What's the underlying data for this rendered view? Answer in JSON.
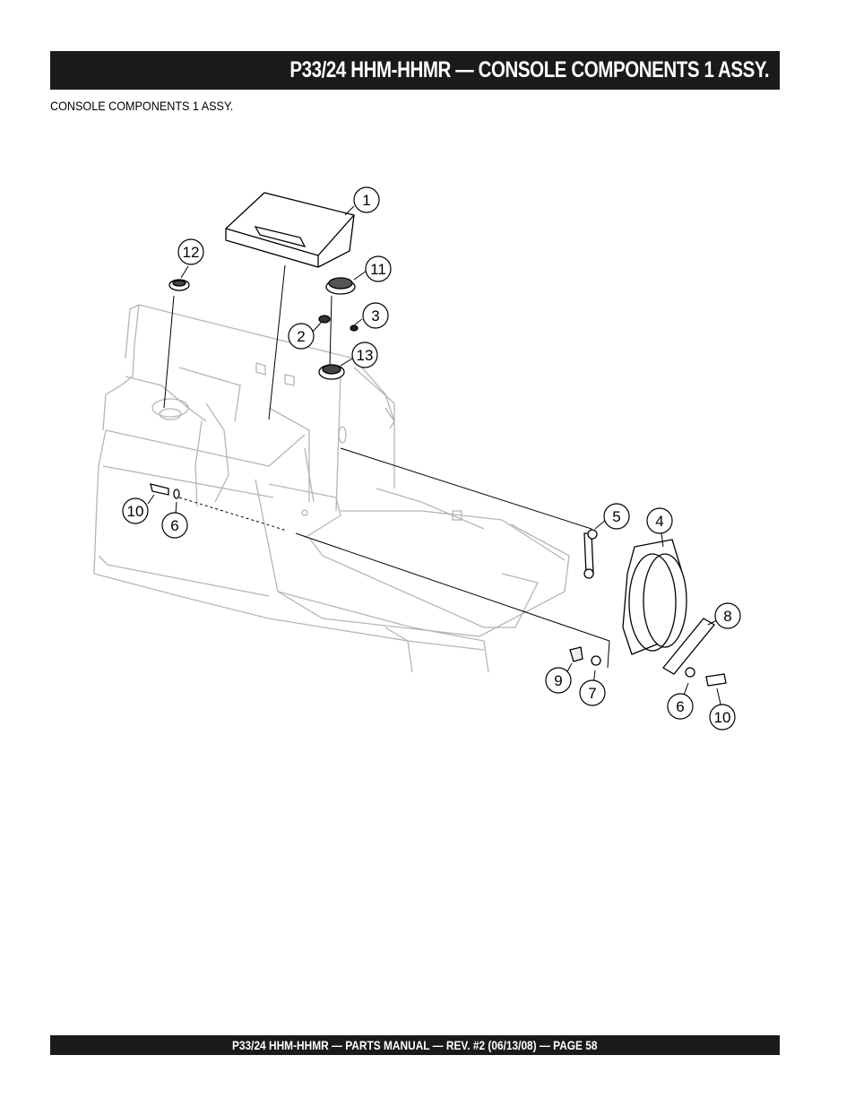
{
  "header": {
    "title": "P33/24 HHM-HHMR — CONSOLE COMPONENTS 1 ASSY.",
    "subtitle": "CONSOLE COMPONENTS 1 ASSY."
  },
  "diagram": {
    "callouts": [
      {
        "id": "c1",
        "label": "1"
      },
      {
        "id": "c12",
        "label": "12"
      },
      {
        "id": "c11",
        "label": "11"
      },
      {
        "id": "c3",
        "label": "3"
      },
      {
        "id": "c2",
        "label": "2"
      },
      {
        "id": "c13",
        "label": "13"
      },
      {
        "id": "c10a",
        "label": "10"
      },
      {
        "id": "c6a",
        "label": "6"
      },
      {
        "id": "c5",
        "label": "5"
      },
      {
        "id": "c4",
        "label": "4"
      },
      {
        "id": "c8",
        "label": "8"
      },
      {
        "id": "c9",
        "label": "9"
      },
      {
        "id": "c7",
        "label": "7"
      },
      {
        "id": "c6b",
        "label": "6"
      },
      {
        "id": "c10b",
        "label": "10"
      }
    ]
  },
  "footer": {
    "text": "P33/24 HHM-HHMR — PARTS MANUAL — REV. #2 (06/13/08) — PAGE 58"
  }
}
